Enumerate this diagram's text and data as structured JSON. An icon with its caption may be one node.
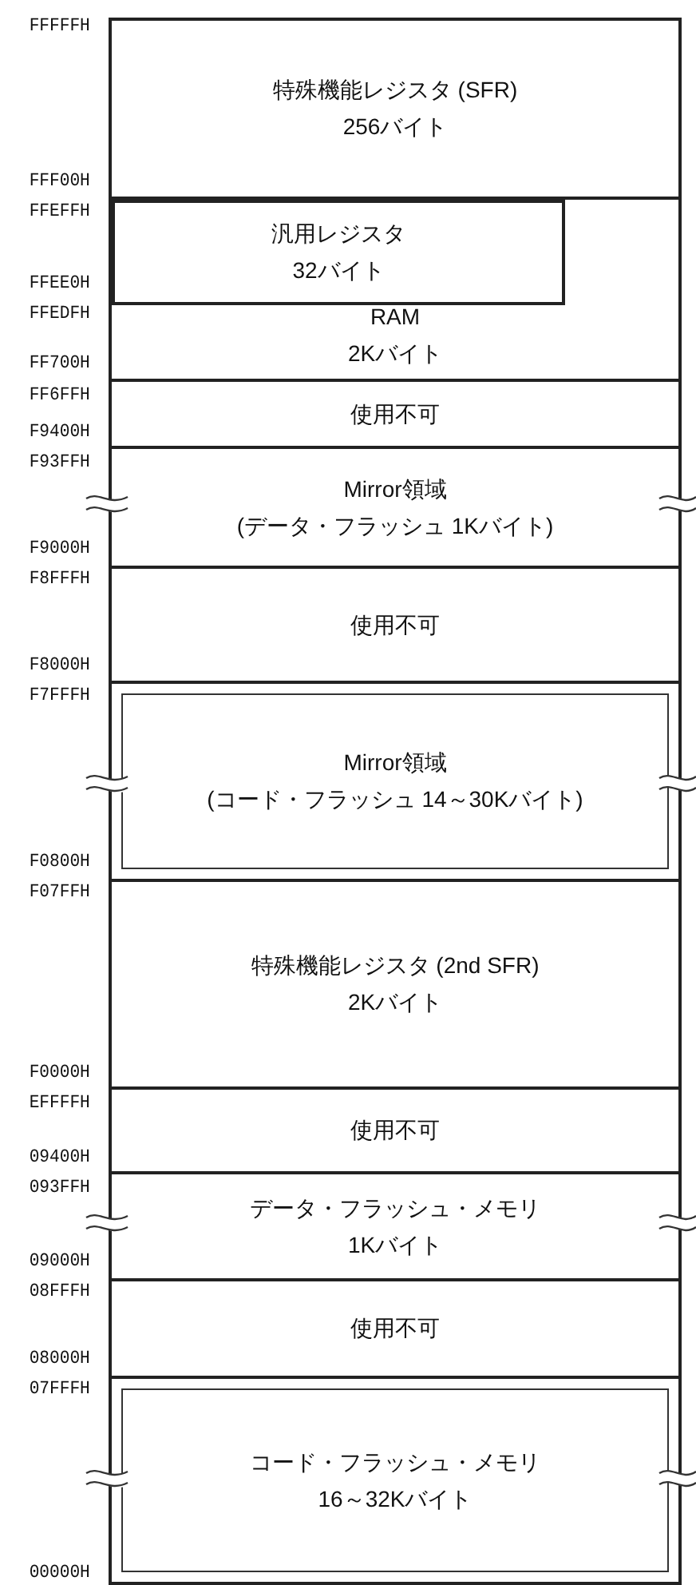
{
  "diagram": {
    "nodes": [
      {
        "text": [
          "特殊機能レジスタ (SFR)",
          "256バイト"
        ]
      },
      {
        "text": [
          "RAM",
          "2Kバイト"
        ]
      },
      {
        "text": [
          "汎用レジスタ",
          "32バイト"
        ],
        "in": 1
      },
      {
        "text": [
          "使用不可"
        ]
      },
      {
        "text": [
          "Mirror領域",
          "(データ・フラッシュ 1Kバイト)"
        ]
      },
      {
        "text": [
          "使用不可"
        ]
      },
      {
        "text": [
          "Mirror領域",
          "(コード・フラッシュ 14～30Kバイト)"
        ]
      },
      {
        "text": [
          "特殊機能レジスタ (2nd SFR)",
          "2Kバイト"
        ]
      },
      {
        "text": [
          "使用不可"
        ]
      },
      {
        "text": [
          "データ・フラッシュ・メモリ",
          "1Kバイト"
        ]
      },
      {
        "text": [
          "使用不可"
        ]
      },
      {
        "text": [
          "コード・フラッシュ・メモリ",
          "16～32Kバイト"
        ]
      }
    ],
    "labels": [
      "FFFFFH",
      "FFF00H",
      "FFEFFH",
      "FFEE0H",
      "FFEDFH",
      "FF700H",
      "FF6FFH",
      "F9400H",
      "F93FFH",
      "F9000H",
      "F8FFFH",
      "F8000H",
      "F7FFFH",
      "F0800H",
      "F07FFH",
      "F0000H",
      "EFFFFH",
      "09400H",
      "093FFH",
      "09000H",
      "08FFFH",
      "08000H",
      "07FFFH",
      "00000H"
    ]
  }
}
